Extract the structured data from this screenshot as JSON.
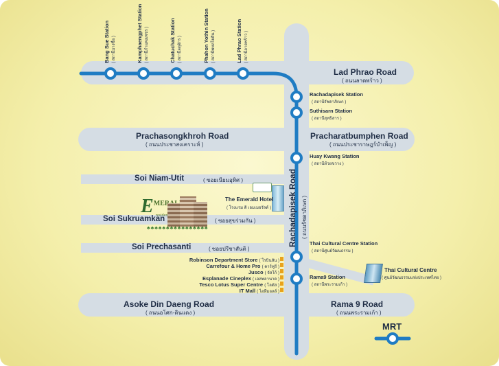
{
  "roads": {
    "ladphrao": {
      "name": "Lad Phrao Road",
      "thai": "( ถนนลาดพร้าว )"
    },
    "prachasongkhroh": {
      "name": "Prachasongkhroh Road",
      "thai": "( ถนนประชาสงเคราะห์ )"
    },
    "pracharatbumphen": {
      "name": "Pracharatbumphen Road",
      "thai": "( ถนนประชาราษฎร์บำเพ็ญ )"
    },
    "asoke": {
      "name": "Asoke Din Daeng Road",
      "thai": "( ถนนอโศก-ดินแดง )"
    },
    "rama9": {
      "name": "Rama 9 Road",
      "thai": "( ถนนพระรามเก้า )"
    },
    "rachadapisek": {
      "name": "Rachadapisek Road",
      "thai": "( ถนนรัชดาภิเษก )"
    }
  },
  "sois": {
    "niam_utit": {
      "name": "Soi Niam-Utit",
      "thai": "( ซอยเนียมอุทิศ )"
    },
    "sukruamkan": {
      "name": "Soi Sukruamkan",
      "thai": "( ซอยสุขร่วมกัน )"
    },
    "prechasanti": {
      "name": "Soi Prechasanti",
      "thai": "( ซอยปรีชาสันติ )"
    }
  },
  "top_stations": [
    {
      "name": "Bang Sue Station",
      "thai": "( สถานีบางซื่อ )"
    },
    {
      "name": "Kamphaengphet Station",
      "thai": "( สถานีกำแพงเพชร )"
    },
    {
      "name": "Chatuchak Station",
      "thai": "( สถานีจตุจักร )"
    },
    {
      "name": "Phahon Yothin Station",
      "thai": "( สถานีพหลโยธิน )"
    },
    {
      "name": "Lad Phrao Station",
      "thai": "( สถานีลาดพร้าว )"
    }
  ],
  "side_stations": {
    "rachadapisek": {
      "name": "Rachadapisek Station",
      "thai": "( สถานีรัชดาภิเษก )"
    },
    "suthisarn": {
      "name": "Suthisarn Station",
      "thai": "( สถานีสุทธิสาร )"
    },
    "huay_kwang": {
      "name": "Huay Kwang Station",
      "thai": "( สถานีห้วยขวาง )"
    },
    "thai_cultural": {
      "name": "Thai Cultural Centre Station",
      "thai": "( สถานีศูนย์วัฒนธรรม )"
    },
    "rama9": {
      "name": "Rama9  Station",
      "thai": "( สถานีพระรามเก้า )"
    }
  },
  "landmarks": {
    "hotel": {
      "name": "The Emerald Hotel",
      "thai": "( โรงแรม ดิ เอมเมอรัลด์ )"
    },
    "cultural_centre": {
      "name": "Thai Cultural Centre",
      "thai": "( ศูนย์วัฒนธรรมแห่งประเทศไทย )"
    },
    "emerald_logo": {
      "initial": "E",
      "word": "MERALD",
      "sub": "residence ratchada"
    }
  },
  "malls": [
    {
      "name": "Robinson Department Store",
      "thai": "( โรบินสัน )"
    },
    {
      "name": "Carrefour & Home Pro",
      "thai": "( คาร์ฟูร์ )"
    },
    {
      "name": "Jusco",
      "thai": "( จัสโก้ )"
    },
    {
      "name": "Esplanade Cineplex",
      "thai": "( เอสพลานาด )"
    },
    {
      "name": "Tesco Lotus Super Centre",
      "thai": "( โลตัส )"
    },
    {
      "name": "IT Mall",
      "thai": "( ไอทีมอลล์ )"
    }
  ],
  "legend": {
    "label": "MRT"
  },
  "colors": {
    "mrt": "#1f7cc3",
    "road": "#d5dde4",
    "background": "#f6f2b4",
    "station_fill": "#ffffff"
  }
}
